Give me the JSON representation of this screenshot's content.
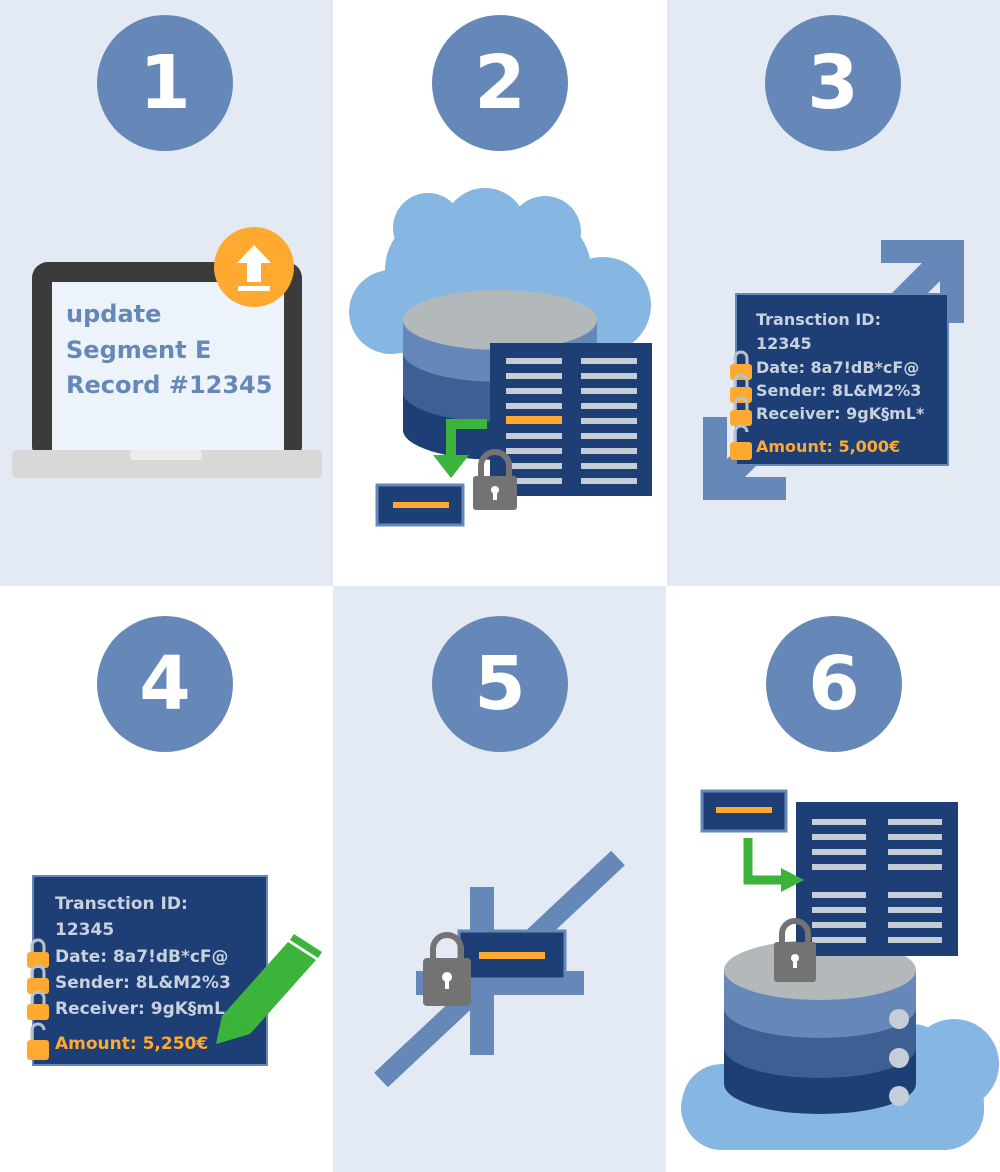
{
  "colors": {
    "panel_light": "#e3eaf3",
    "panel_white": "#ffffff",
    "circle": "#6588b8",
    "navy": "#1e3f75",
    "orange": "#ffa930",
    "green": "#3cb43c",
    "lock_gray": "#737373",
    "cloud": "#86b6e2",
    "text_blue": "#6588b8"
  },
  "steps": [
    {
      "number": "1",
      "icon": "laptop-upload-icon",
      "screen_lines": [
        "update",
        "Segment E",
        "Record #12345"
      ]
    },
    {
      "number": "2",
      "icon": "cloud-database-icon"
    },
    {
      "number": "3",
      "icon": "encrypted-record-icon",
      "record": {
        "id_label": "Transction ID:",
        "id_value": "12345",
        "date": "Date: 8a7!dB*cF@",
        "sender": "Sender: 8L&M2%3",
        "receiver": "Receiver: 9gK§mL*",
        "amount": "Amount: 5,000€"
      }
    },
    {
      "number": "4",
      "icon": "edit-record-icon",
      "record": {
        "id_label": "Transction ID:",
        "id_value": "12345",
        "date": "Date: 8a7!dB*cF@",
        "sender": "Sender: 8L&M2%3",
        "receiver": "Receiver: 9gK§mL",
        "amount": "Amount: 5,250€"
      }
    },
    {
      "number": "5",
      "icon": "blocked-segment-icon"
    },
    {
      "number": "6",
      "icon": "store-segment-database-icon"
    }
  ]
}
